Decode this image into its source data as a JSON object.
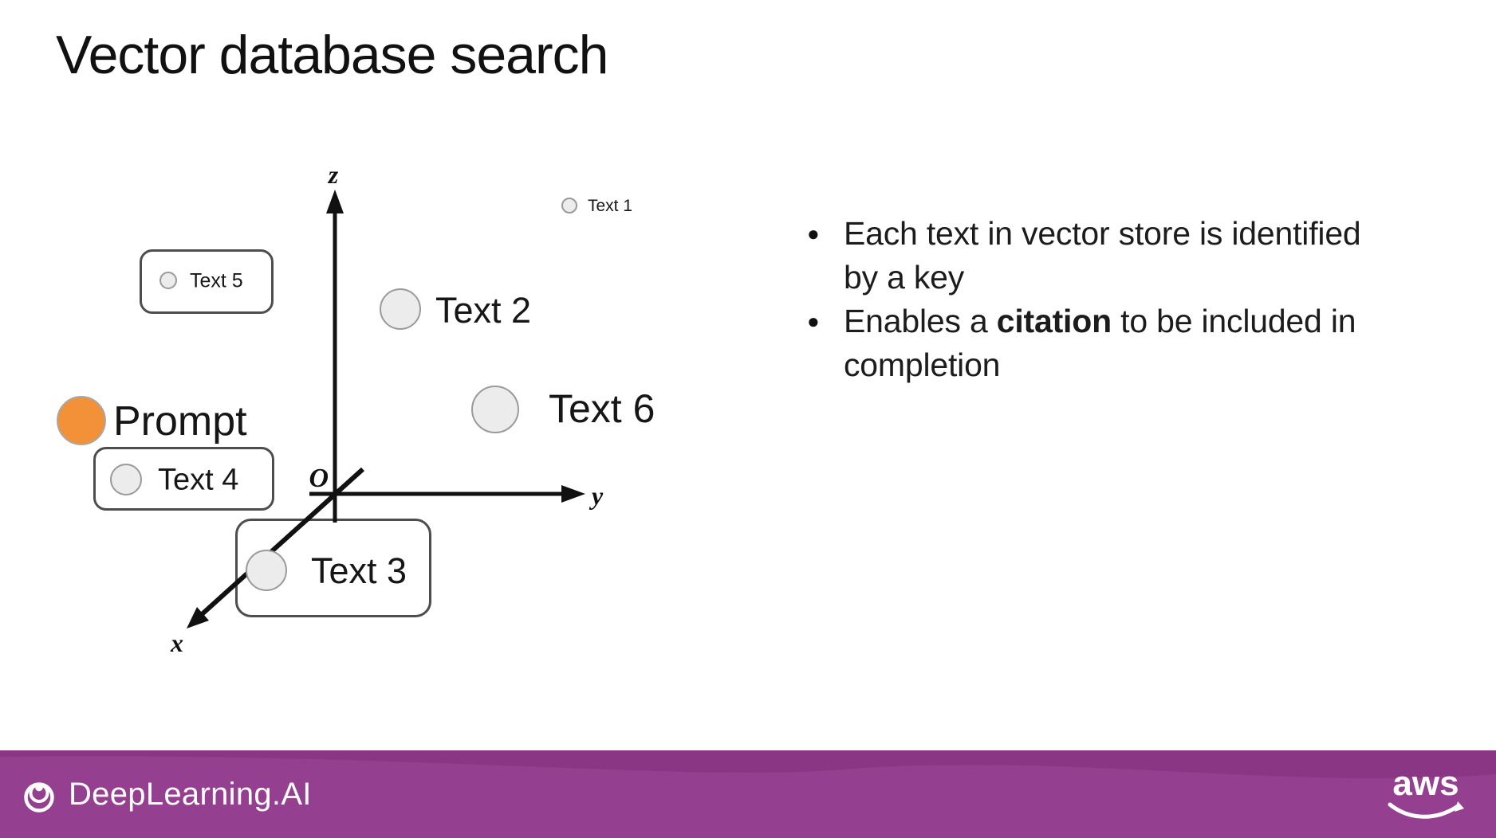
{
  "slide": {
    "title": "Vector database search",
    "bullets": {
      "item1": "Each text in vector store is identified by a key",
      "item2_pre": "Enables a ",
      "item2_bold": "citation",
      "item2_post": " to be included in completion"
    },
    "diagram": {
      "axis_z_label": "z",
      "axis_y_label": "y",
      "axis_x_label": "x",
      "origin_label": "O",
      "points": {
        "text1": "Text 1",
        "text2": "Text 2",
        "text3": "Text 3",
        "text4": "Text 4",
        "text5": "Text 5",
        "text6": "Text 6",
        "prompt": "Prompt"
      }
    },
    "footer": {
      "brand": "DeepLearning.AI",
      "aws_label": "aws"
    },
    "colors": {
      "prompt_orange": "#F29138",
      "footer_purple": "#943F90",
      "circle_fill": "#ECECEC",
      "circle_stroke": "#9A9A9A",
      "box_stroke": "#4D4D4D",
      "text": "#1C1C1C"
    }
  }
}
